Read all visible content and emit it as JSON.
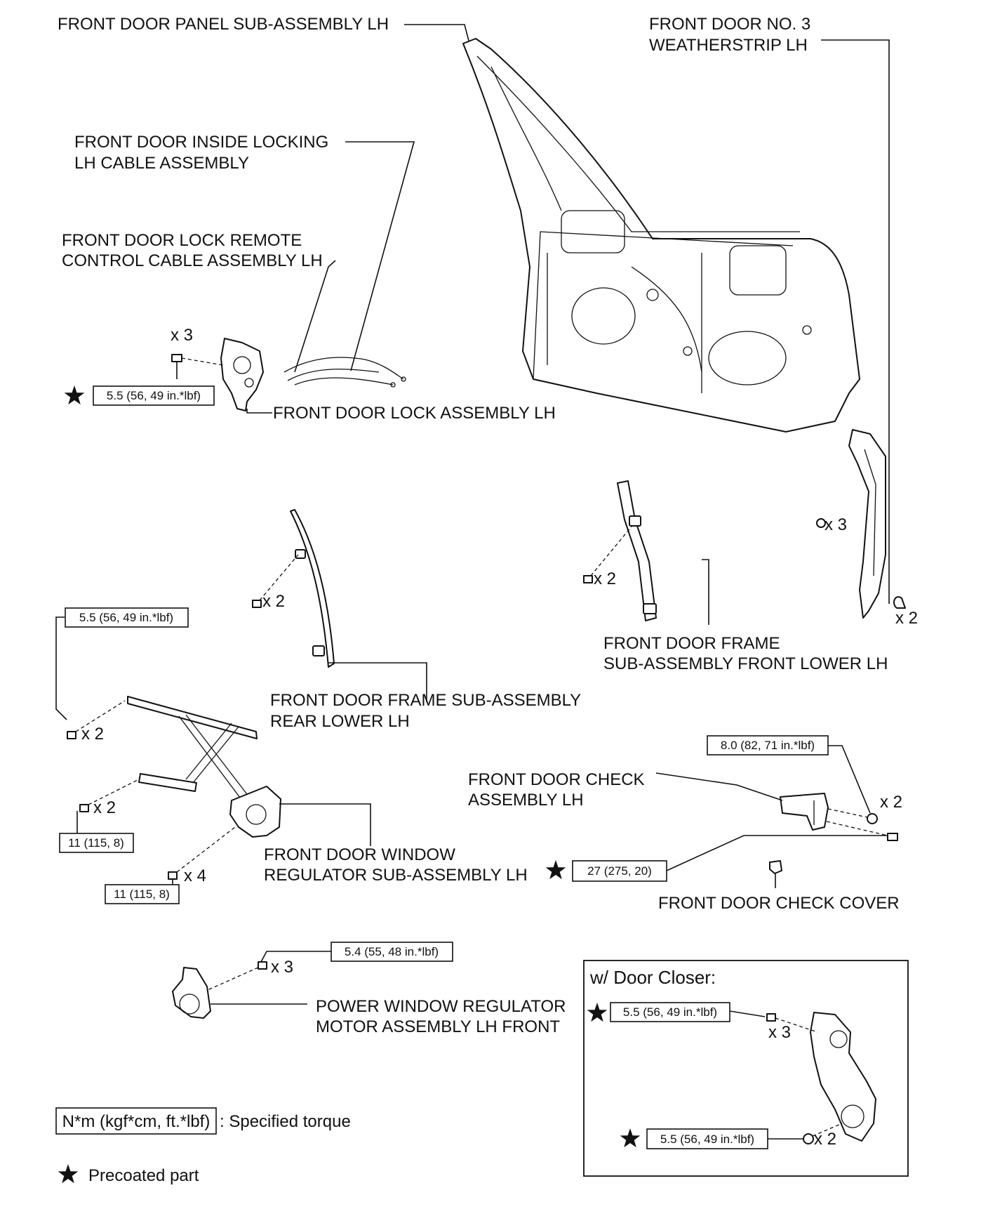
{
  "labels": {
    "door_panel": "FRONT DOOR PANEL SUB-ASSEMBLY LH",
    "weatherstrip_1": "FRONT DOOR NO. 3",
    "weatherstrip_2": "WEATHERSTRIP LH",
    "inside_locking_1": "FRONT DOOR INSIDE LOCKING",
    "inside_locking_2": "LH CABLE ASSEMBLY",
    "remote_cable_1": "FRONT DOOR LOCK REMOTE",
    "remote_cable_2": "CONTROL CABLE ASSEMBLY LH",
    "lock_assembly": "FRONT DOOR LOCK ASSEMBLY LH",
    "frame_front_1": "FRONT DOOR FRAME",
    "frame_front_2": "SUB-ASSEMBLY FRONT LOWER LH",
    "frame_rear_1": "FRONT DOOR FRAME SUB-ASSEMBLY",
    "frame_rear_2": "REAR LOWER LH",
    "check_1": "FRONT DOOR CHECK",
    "check_2": "ASSEMBLY LH",
    "regulator_1": "FRONT DOOR WINDOW",
    "regulator_2": "REGULATOR SUB-ASSEMBLY LH",
    "check_cover": "FRONT DOOR CHECK COVER",
    "motor_1": "POWER WINDOW REGULATOR",
    "motor_2": "MOTOR ASSEMBLY LH FRONT",
    "door_closer": "w/ Door Closer:"
  },
  "torques": {
    "lock": "5.5 (56, 49 in.*lbf)",
    "regulator_top": "5.5 (56, 49 in.*lbf)",
    "regulator_mid": "11 (115, 8)",
    "regulator_bottom": "11 (115, 8)",
    "check_upper": "8.0 (82, 71 in.*lbf)",
    "check_lower": "27 (275, 20)",
    "motor": "5.4 (55, 48 in.*lbf)",
    "closer_top": "5.5 (56, 49 in.*lbf)",
    "closer_bottom": "5.5 (56, 49 in.*lbf)"
  },
  "counts": {
    "lock": "x 3",
    "weatherstrip_upper": "x 3",
    "weatherstrip_lower": "x 2",
    "frame_front": "x 2",
    "frame_rear": "x 2",
    "regulator_top": "x 2",
    "regulator_mid": "x 2",
    "regulator_bottom": "x 4",
    "check": "x 2",
    "motor": "x 3",
    "closer_top": "x 3",
    "closer_bottom": "x 2"
  },
  "legend": {
    "torque_key": "N*m (kgf*cm, ft.*lbf)",
    "torque_desc": ": Specified torque",
    "precoated": "Precoated part"
  },
  "icons": {
    "precoated_marker": "black-star-icon"
  }
}
